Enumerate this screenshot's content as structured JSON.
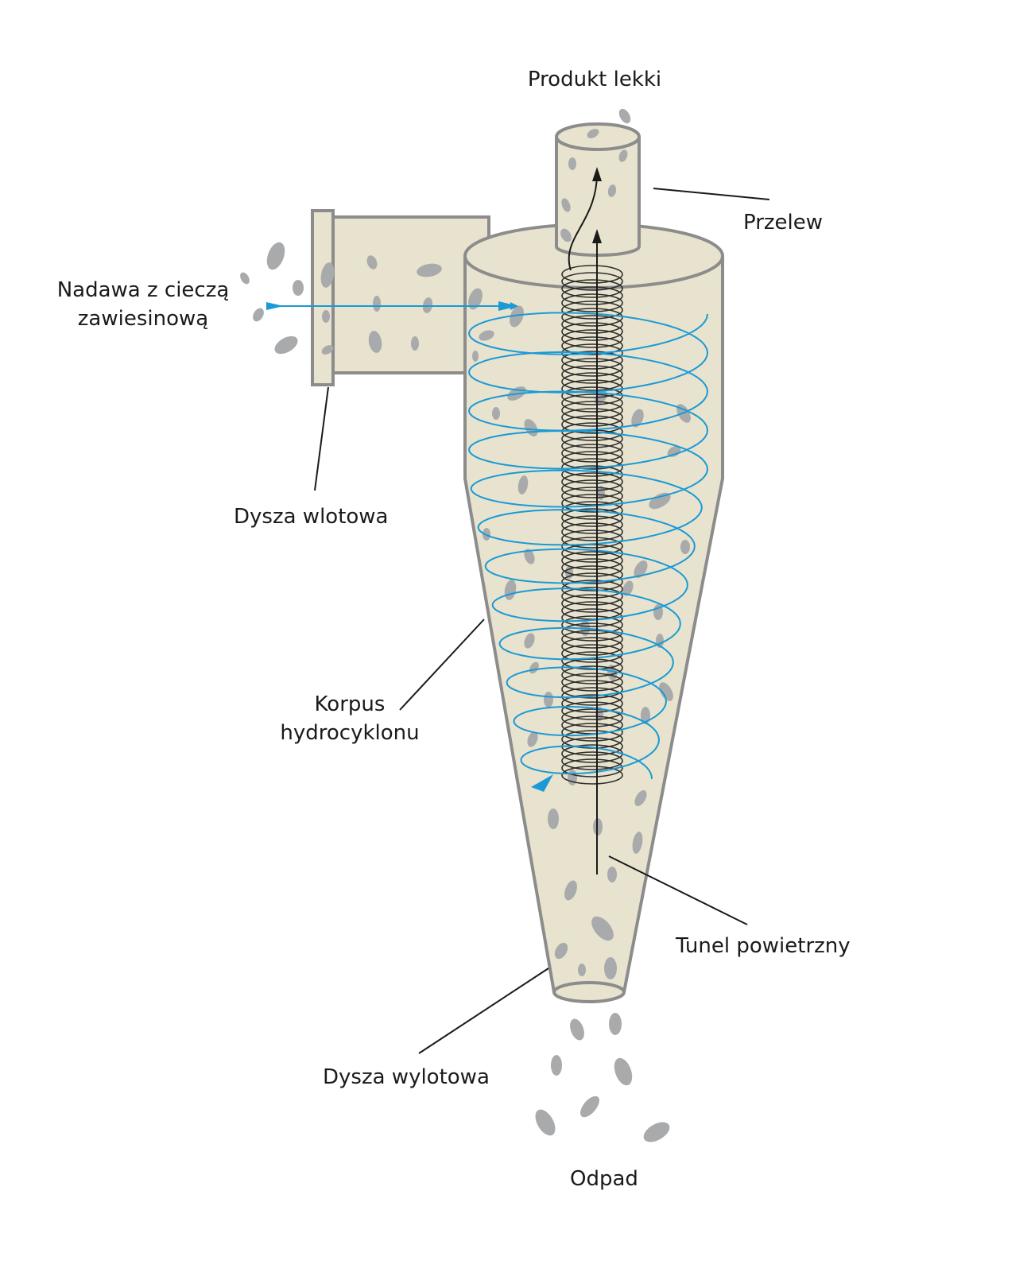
{
  "labels": {
    "light_product": "Produkt lekki",
    "overflow": "Przelew",
    "feed_line1": "Nadawa z cieczą",
    "feed_line2": "zawiesinową",
    "inlet_nozzle": "Dysza wlotowa",
    "body_line1": "Korpus",
    "body_line2": "hydrocyklonu",
    "air_tunnel": "Tunel powietrzny",
    "outlet_nozzle": "Dysza wylotowa",
    "waste": "Odpad"
  },
  "colors": {
    "body_fill": "#e8e3ce",
    "body_stroke": "#8c8c8c",
    "particle": "#a9aaac",
    "flow_blue": "#1a9ad6",
    "core_spiral": "#2e2e2e",
    "leader_line": "#1a1a1a"
  }
}
